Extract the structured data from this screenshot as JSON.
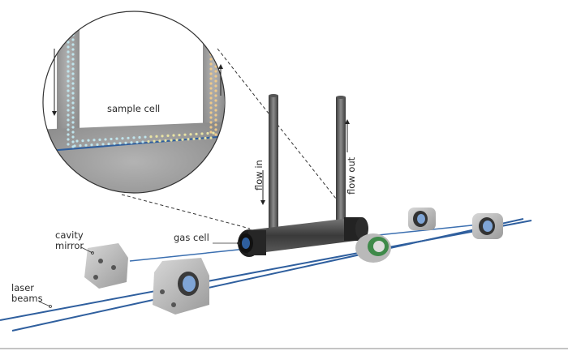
{
  "labels": {
    "sample_cell": "sample cell",
    "gas_cell": "gas cell",
    "flow_in": "flow in",
    "flow_out": "flow out",
    "cavity_mirror": [
      "cavity",
      "mirror"
    ],
    "laser_beams": [
      "laser",
      "beams"
    ]
  },
  "colors": {
    "beam": "#2f5f9e",
    "tube": "#5a5a5a",
    "cap": "#1e1e1e",
    "mount": "#b8b8b8",
    "glass_inset": "#9c9c9c",
    "dots_left": "#bfe4ec",
    "dots_right": "#efc98a",
    "mirror_coating": "#7fa5d6",
    "green_ring": "#3f8a4a"
  },
  "icons": [
    "arrow-down-icon",
    "arrow-up-icon",
    "magnifier-circle-icon"
  ]
}
